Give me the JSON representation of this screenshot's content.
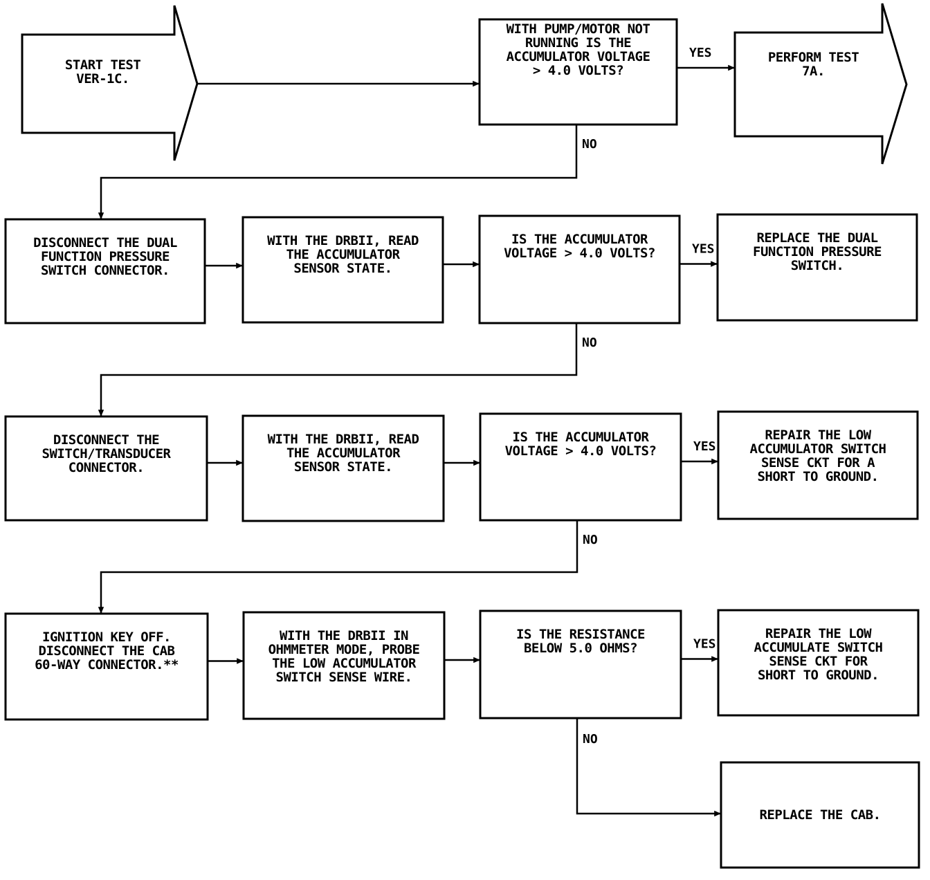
{
  "diagram": {
    "type": "flowchart",
    "nodes": [
      {
        "id": "start",
        "shape": "arrow",
        "lines": [
          "START TEST",
          "VER-1C."
        ]
      },
      {
        "id": "q1",
        "shape": "box",
        "lines": [
          "WITH PUMP/MOTOR NOT",
          "RUNNING IS THE",
          "ACCUMULATOR VOLTAGE",
          "> 4.0 VOLTS?"
        ]
      },
      {
        "id": "end7a",
        "shape": "arrow",
        "lines": [
          "PERFORM TEST",
          "7A."
        ]
      },
      {
        "id": "a2",
        "shape": "box",
        "lines": [
          "DISCONNECT THE DUAL",
          "FUNCTION PRESSURE",
          "SWITCH CONNECTOR."
        ]
      },
      {
        "id": "b2",
        "shape": "box",
        "lines": [
          "WITH THE DRBII, READ",
          "THE ACCUMULATOR",
          "SENSOR STATE."
        ]
      },
      {
        "id": "q2",
        "shape": "box",
        "lines": [
          "IS THE ACCUMULATOR",
          "VOLTAGE > 4.0 VOLTS?"
        ]
      },
      {
        "id": "r2",
        "shape": "box",
        "lines": [
          "REPLACE THE DUAL",
          "FUNCTION PRESSURE",
          "SWITCH."
        ]
      },
      {
        "id": "a3",
        "shape": "box",
        "lines": [
          "DISCONNECT THE",
          "SWITCH/TRANSDUCER",
          "CONNECTOR."
        ]
      },
      {
        "id": "b3",
        "shape": "box",
        "lines": [
          "WITH THE DRBII, READ",
          "THE ACCUMULATOR",
          "SENSOR STATE."
        ]
      },
      {
        "id": "q3",
        "shape": "box",
        "lines": [
          "IS THE ACCUMULATOR",
          "VOLTAGE > 4.0 VOLTS?"
        ]
      },
      {
        "id": "r3",
        "shape": "box",
        "lines": [
          "REPAIR THE LOW",
          "ACCUMULATOR SWITCH",
          "SENSE CKT FOR A",
          "SHORT TO GROUND."
        ]
      },
      {
        "id": "a4",
        "shape": "box",
        "lines": [
          "IGNITION KEY OFF.",
          "DISCONNECT THE CAB",
          "60-WAY CONNECTOR.**"
        ]
      },
      {
        "id": "b4",
        "shape": "box",
        "lines": [
          "WITH THE DRBII IN",
          "OHMMETER MODE, PROBE",
          "THE LOW ACCUMULATOR",
          "SWITCH SENSE WIRE."
        ]
      },
      {
        "id": "q4",
        "shape": "box",
        "lines": [
          "IS THE RESISTANCE",
          "BELOW 5.0 OHMS?"
        ]
      },
      {
        "id": "r4",
        "shape": "box",
        "lines": [
          "REPAIR THE LOW",
          "ACCUMULATE SWITCH",
          "SENSE CKT FOR",
          "SHORT TO GROUND."
        ]
      },
      {
        "id": "r5",
        "shape": "box",
        "lines": [
          "REPLACE THE CAB."
        ]
      }
    ],
    "edges": [
      {
        "from": "start",
        "to": "q1",
        "label": ""
      },
      {
        "from": "q1",
        "to": "end7a",
        "label": "YES"
      },
      {
        "from": "q1",
        "to": "a2",
        "label": "NO"
      },
      {
        "from": "a2",
        "to": "b2",
        "label": ""
      },
      {
        "from": "b2",
        "to": "q2",
        "label": ""
      },
      {
        "from": "q2",
        "to": "r2",
        "label": "YES"
      },
      {
        "from": "q2",
        "to": "a3",
        "label": "NO"
      },
      {
        "from": "a3",
        "to": "b3",
        "label": ""
      },
      {
        "from": "b3",
        "to": "q3",
        "label": ""
      },
      {
        "from": "q3",
        "to": "r3",
        "label": "YES"
      },
      {
        "from": "q3",
        "to": "a4",
        "label": "NO"
      },
      {
        "from": "a4",
        "to": "b4",
        "label": ""
      },
      {
        "from": "b4",
        "to": "q4",
        "label": ""
      },
      {
        "from": "q4",
        "to": "r4",
        "label": "YES"
      },
      {
        "from": "q4",
        "to": "r5",
        "label": "NO"
      }
    ]
  }
}
